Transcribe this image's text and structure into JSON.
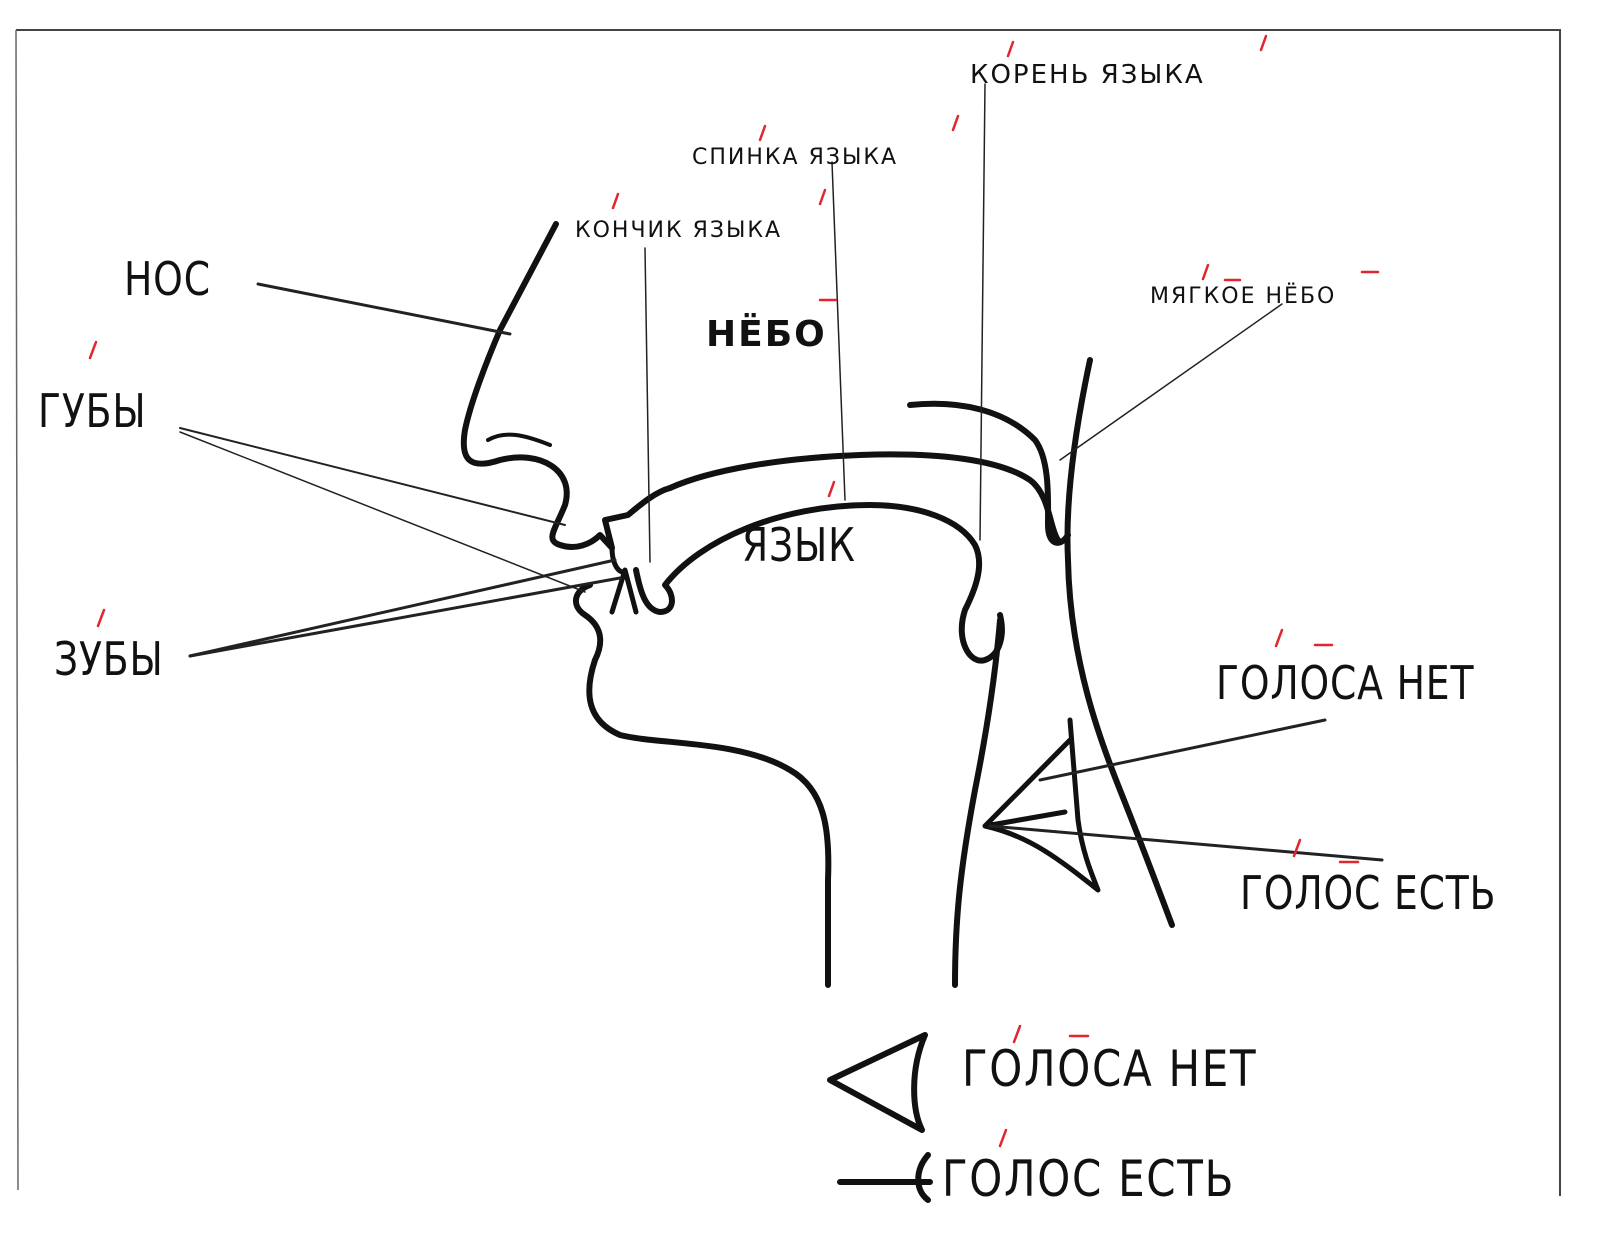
{
  "labels": {
    "nose": "НОС",
    "lips": "ГУБЫ",
    "teeth": "ЗУБЫ",
    "palate": "НЁБО",
    "tongue": "ЯЗЫК",
    "tongue_tip": "КОНЧИК ЯЗЫКА",
    "tongue_back": "СПИНКА ЯЗЫКА",
    "tongue_root": "КОРЕНЬ ЯЗЫКА",
    "soft_palate": "МЯГКОЕ НЁБО",
    "no_voice": "ГОЛОСА НЕТ",
    "voice": "ГОЛОС ЕСТЬ"
  },
  "legend": {
    "no_voice": "ГОЛОСА НЕТ",
    "voice": "ГОЛОС ЕСТЬ"
  },
  "colors": {
    "ink": "#111111",
    "stress_mark": "#e0262e",
    "frame": "#444444"
  }
}
